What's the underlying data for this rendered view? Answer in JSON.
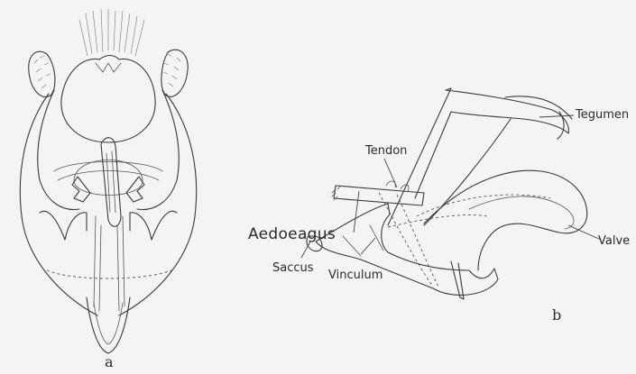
{
  "figure": {
    "panel_a_label": "a",
    "panel_b_label": "b",
    "labels": {
      "aedoeagus": "Aedoeagus",
      "tendon": "Tendon",
      "tegumen": "Tegumen",
      "valve": "Valve",
      "saccus": "Saccus",
      "vinculum": "Vinculum"
    }
  }
}
